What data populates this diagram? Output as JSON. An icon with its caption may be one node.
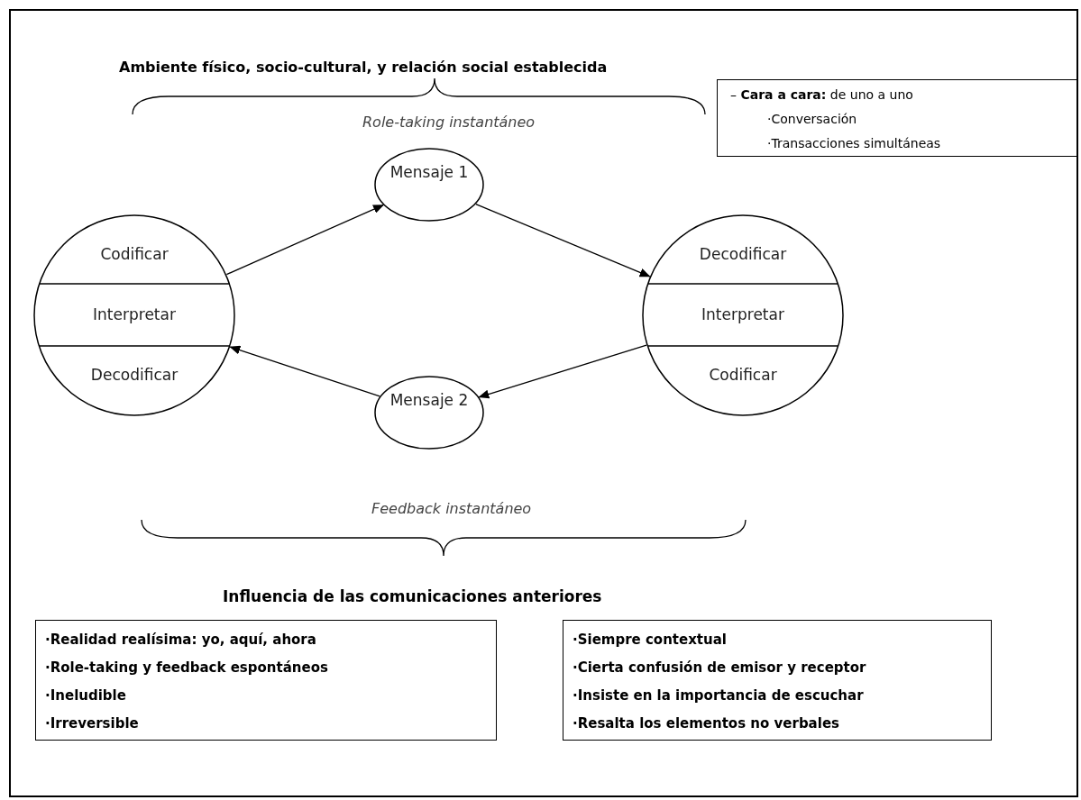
{
  "diagram": {
    "nodes": [
      {
        "text": [
          "Codificar",
          "Interpretar",
          "Decodificar"
        ]
      },
      {
        "text": [
          "Mensaje 1"
        ]
      },
      {
        "text": [
          "Decodificar",
          "Interpretar",
          "Codificar"
        ]
      },
      {
        "text": [
          "Mensaje 2"
        ]
      },
      {
        "text": [
          "– **Cara a cara:** de uno a uno",
          "·Conversación",
          "·Transacciones simultáneas"
        ]
      },
      {
        "text": [
          "·Realidad realísima: yo, aquí, ahora",
          "·Role-taking y feedback espontáneos",
          "·Ineludible",
          "·Irreversible"
        ]
      },
      {
        "text": [
          "·Siempre contextual",
          "·Cierta confusión de emisor y receptor",
          "·Insiste en la importancia de escuchar",
          "·Resalta los elementos no verbales"
        ]
      }
    ],
    "edges": [
      {
        "from": 0,
        "to": 1,
        "arrow": "to"
      },
      {
        "from": 1,
        "to": 2,
        "arrow": "to"
      },
      {
        "from": 2,
        "to": 3,
        "arrow": "to"
      },
      {
        "from": 3,
        "to": 0,
        "arrow": "to"
      }
    ],
    "labels": [
      "Ambiente físico, socio-cultural, y relación social establecida",
      "Role-taking instantáneo",
      "Feedback instantáneo",
      "Influencia de las comunicaciones anteriores"
    ]
  }
}
